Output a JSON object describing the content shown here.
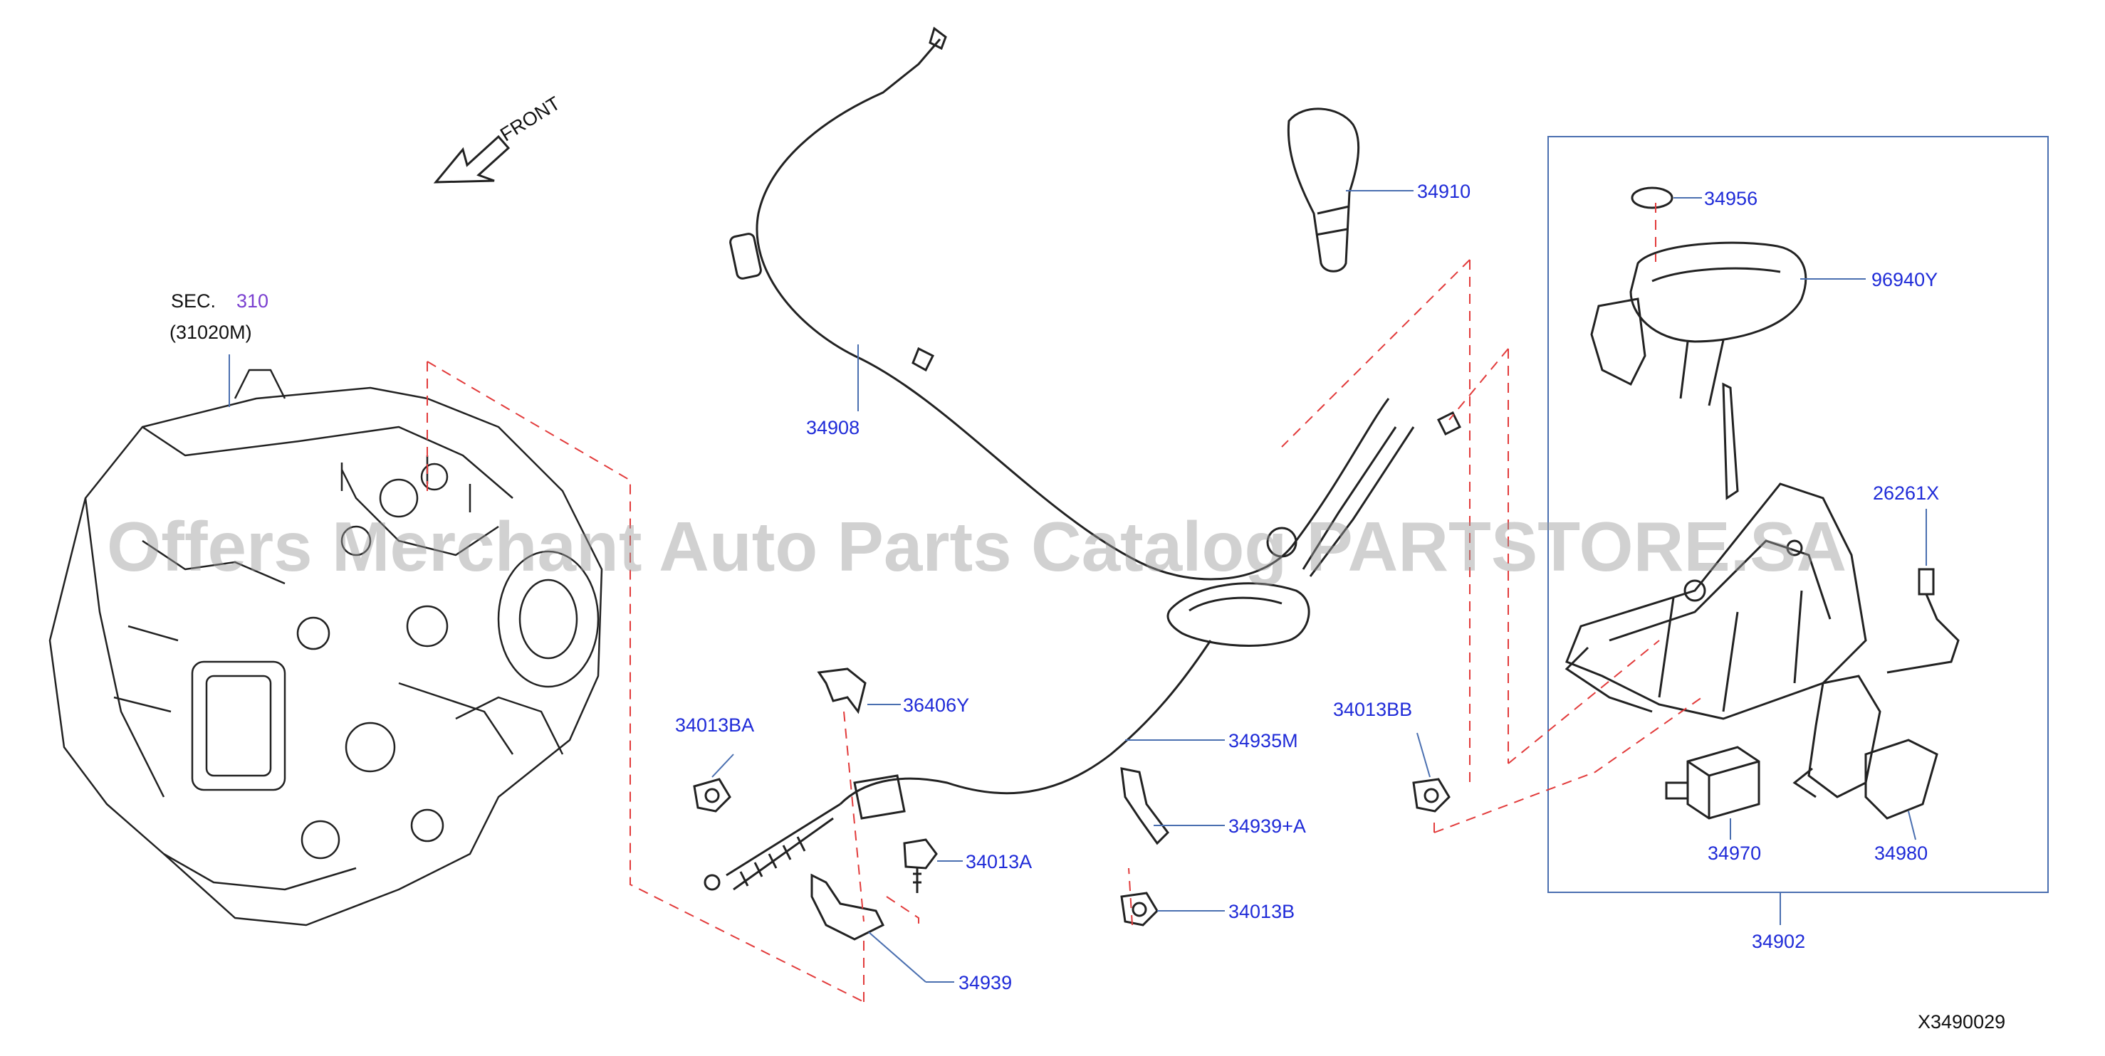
{
  "watermark": "Offers Merchant Auto Parts Catalog PARTSTORE.SA",
  "direction_label": "FRONT",
  "section": {
    "prefix": "SEC.",
    "number": "310",
    "part": "(31020M)"
  },
  "diagram_id": "X3490029",
  "colors": {
    "callout": "#1f2bd8",
    "section_link": "#7a3fd0",
    "phantom_line": "#e23b3b",
    "box": "#4a6fb0",
    "drawing": "#222222"
  },
  "callouts": {
    "p34910": "34910",
    "p34956": "34956",
    "p96940Y": "96940Y",
    "p34908": "34908",
    "p26261X": "26261X",
    "p34013BB": "34013BB",
    "p36406Y": "36406Y",
    "p34013BA": "34013BA",
    "p34935M": "34935M",
    "p34939A": "34939+A",
    "p34013A": "34013A",
    "p34013B": "34013B",
    "p34939": "34939",
    "p34970": "34970",
    "p34980": "34980",
    "p34902": "34902"
  }
}
